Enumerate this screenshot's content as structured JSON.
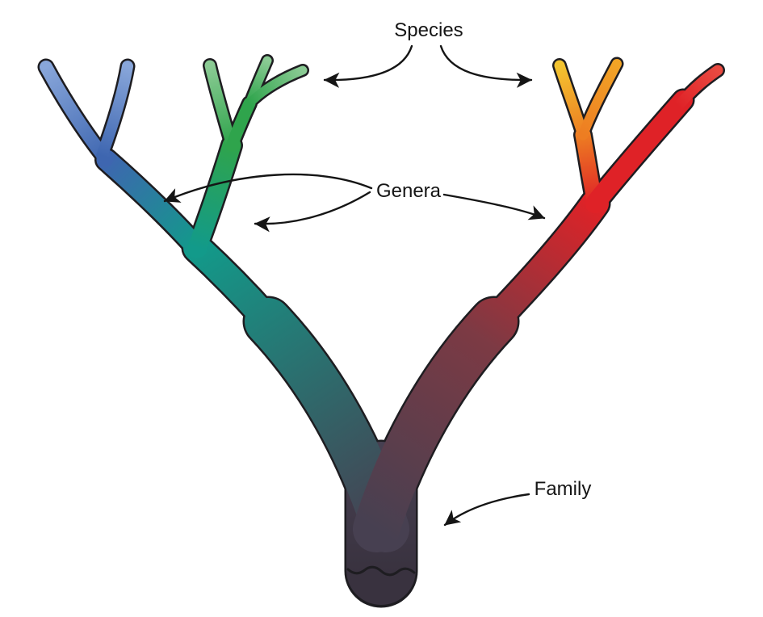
{
  "diagram": {
    "labels": {
      "species": "Species",
      "genera": "Genera",
      "family": "Family"
    },
    "colors": {
      "background": "#ffffff",
      "outline": "#1e1d21",
      "text": "#151515",
      "arrow": "#151515",
      "trunk_dark": "#39323f",
      "trunk_mid": "#474051",
      "maroon": "#7c3a44",
      "teal": "#129a8a",
      "blue": "#3e66b0",
      "light_blue": "#88a6da",
      "green": "#2fa44c",
      "light_green": "#8bcb94",
      "yellow": "#f3c430",
      "orange": "#ed7d22",
      "orange_light": "#f2a426",
      "red": "#df2227",
      "red_light": "#e94a41"
    }
  }
}
